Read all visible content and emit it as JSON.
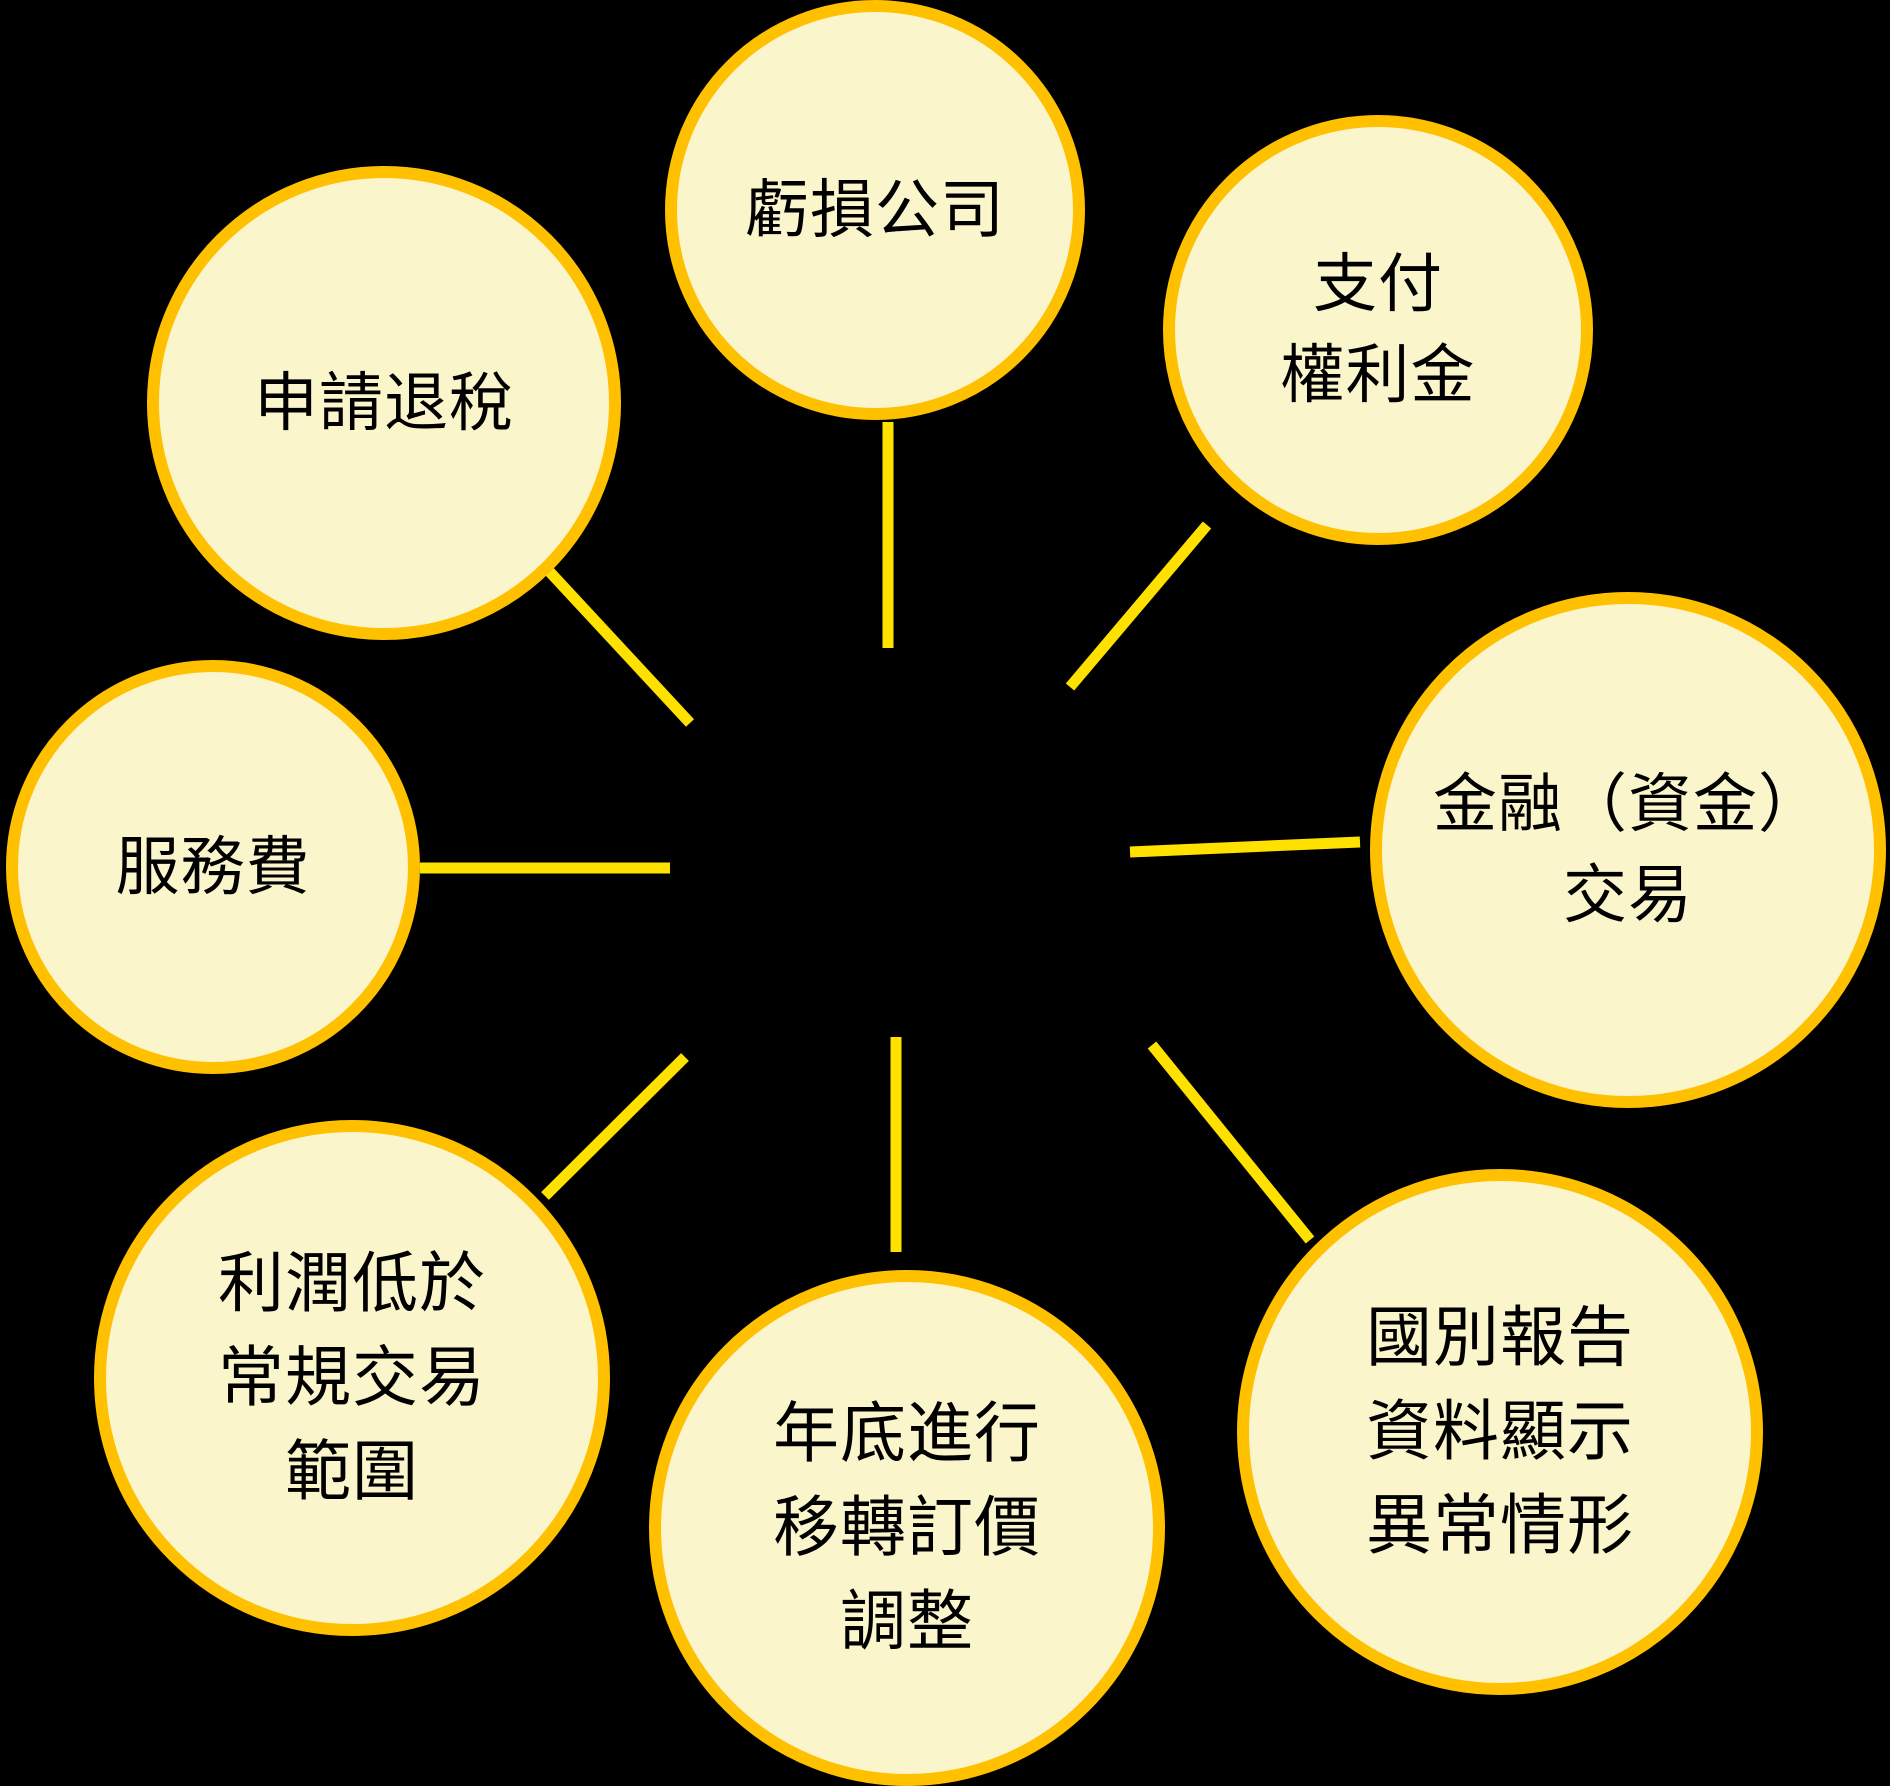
{
  "diagram": {
    "description_colors": {
      "background": "#000000",
      "node_fill": "#FBF5CC",
      "node_border": "#FFC000",
      "connector": "#FFE100",
      "text": "#000000"
    },
    "nodes": [
      {
        "id": "loss-company",
        "label": "虧損公司"
      },
      {
        "id": "pay-royalty",
        "label": "支付\n權利金"
      },
      {
        "id": "financial-funds-transactions",
        "label": "金融（資金）\n交易"
      },
      {
        "id": "cbc-report-abnormal",
        "label": "國別報告\n資料顯示\n異常情形"
      },
      {
        "id": "year-end-tp-adjustment",
        "label": "年底進行\n移轉訂價\n調整"
      },
      {
        "id": "profit-below-arms-length-range",
        "label": "利潤低於\n常規交易\n範圍"
      },
      {
        "id": "service-fee",
        "label": "服務費"
      },
      {
        "id": "tax-refund-application",
        "label": "申請退稅"
      }
    ]
  }
}
